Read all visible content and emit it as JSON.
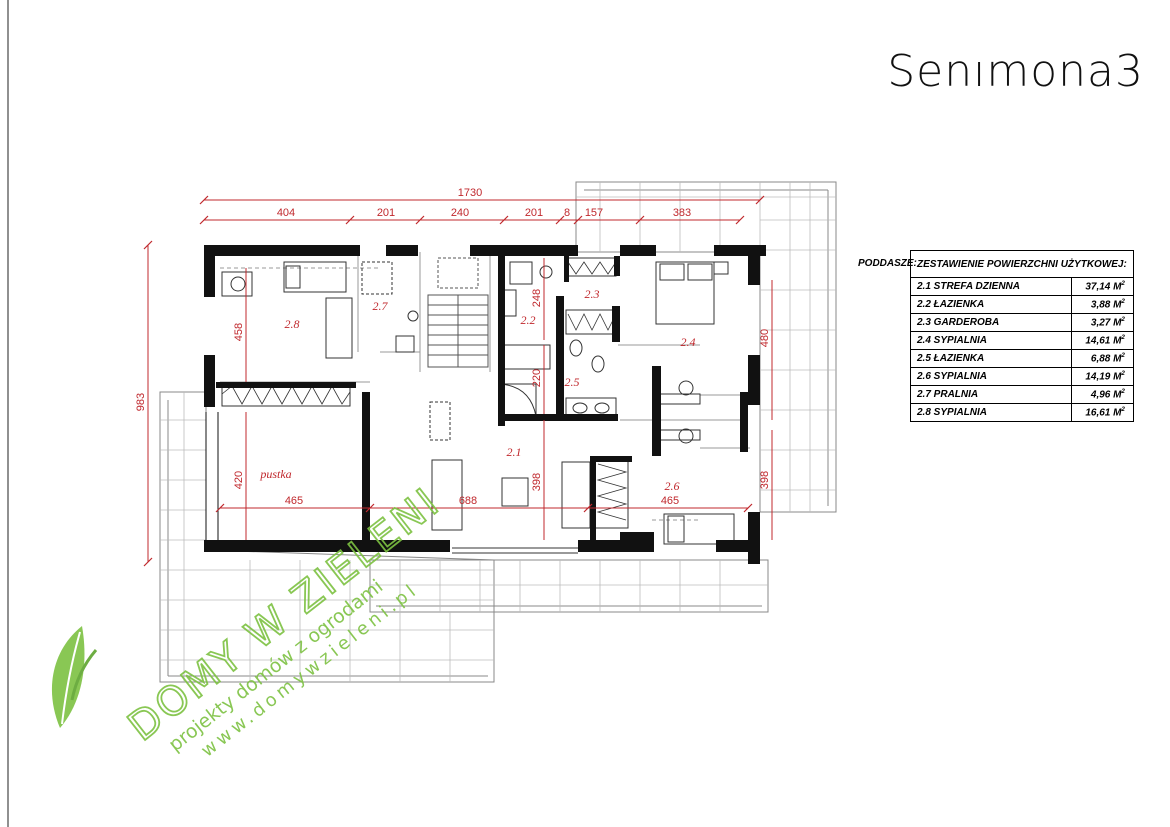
{
  "title": "Senımona3",
  "dimensions": {
    "total_width": "1730",
    "top_segments": [
      "404",
      "201",
      "240",
      "201",
      "8",
      "157",
      "383"
    ],
    "left_total": "983",
    "left_upper": "458",
    "left_lower": "420",
    "right_upper": "480",
    "right_lower": "398",
    "inner_248": "248",
    "inner_220": "220",
    "inner_398": "398",
    "bottom_465_left": "465",
    "bottom_688": "688",
    "bottom_465_right": "465"
  },
  "rooms": {
    "r21": "2.1",
    "r22": "2.2",
    "r23": "2.3",
    "r24": "2.4",
    "r25": "2.5",
    "r26": "2.6",
    "r27": "2.7",
    "r28": "2.8",
    "void": "pustka"
  },
  "area_table": {
    "section": "PODDASZE:",
    "header": "ZESTAWIENIE POWIERZCHNI UŻYTKOWEJ:",
    "unit": "M",
    "unit_sup": "2",
    "rows": [
      {
        "name": "2.1  STREFA  DZIENNA",
        "value": "37,14"
      },
      {
        "name": "2.2  ŁAZIENKA",
        "value": "3,88"
      },
      {
        "name": "2.3  GARDEROBA",
        "value": "3,27"
      },
      {
        "name": "2.4  SYPIALNIA",
        "value": "14,61"
      },
      {
        "name": "2.5  ŁAZIENKA",
        "value": "6,88"
      },
      {
        "name": "2.6  SYPIALNIA",
        "value": "14,19"
      },
      {
        "name": "2.7  PRALNIA",
        "value": "4,96"
      },
      {
        "name": "2.8  SYPIALNIA",
        "value": "16,61"
      }
    ]
  },
  "watermark": {
    "brand": "DOMY W ZIELENI",
    "tagline": "projekty domów z ogrodami",
    "url": "www.domywzieleni.pl"
  },
  "colors": {
    "dimension": "#c0282d",
    "wall": "#111111",
    "watermark": "#7dc242",
    "roof": "#888888"
  }
}
